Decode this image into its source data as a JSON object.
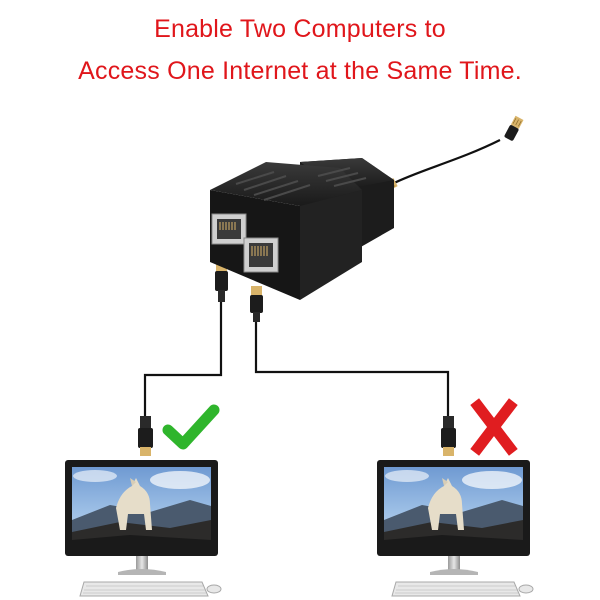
{
  "headline": {
    "line1": "Enable Two Computers to",
    "line2": "Access One Internet at the Same Time."
  },
  "icons": {
    "splitter": "rj45-splitter-adapter-icon",
    "left_status": "checkmark-icon",
    "right_status": "cross-icon",
    "monitor": "monitor-icon",
    "keyboard": "keyboard-icon",
    "mouse": "mouse-icon"
  },
  "colors": {
    "headline": "#e0161b",
    "check": "#2fb52c",
    "cross": "#e01d20",
    "cable": "#111111",
    "adapter": "#1e1e1e"
  },
  "status": {
    "left_computer": "works",
    "right_computer": "does-not-work"
  }
}
